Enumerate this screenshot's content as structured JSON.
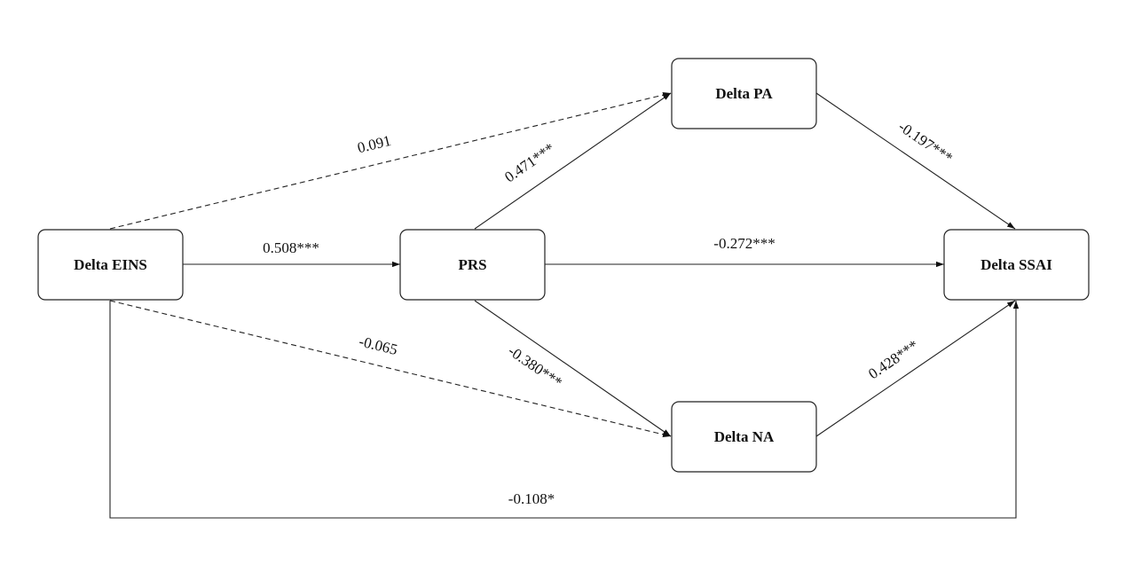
{
  "nodes": {
    "delta_eins": {
      "label": "Delta EINS"
    },
    "prs": {
      "label": "PRS"
    },
    "delta_pa": {
      "label": "Delta PA"
    },
    "delta_na": {
      "label": "Delta NA"
    },
    "delta_ssai": {
      "label": "Delta SSAI"
    }
  },
  "edges": {
    "eins_prs": {
      "label": "0.508***",
      "style": "solid"
    },
    "prs_pa": {
      "label": "0.471***",
      "style": "solid"
    },
    "prs_na": {
      "label": "-0.380***",
      "style": "solid"
    },
    "prs_ssai": {
      "label": "-0.272***",
      "style": "solid"
    },
    "pa_ssai": {
      "label": "-0.197***",
      "style": "solid"
    },
    "na_ssai": {
      "label": "0.428***",
      "style": "solid"
    },
    "eins_pa": {
      "label": "0.091",
      "style": "dashed"
    },
    "eins_na": {
      "label": "-0.065",
      "style": "dashed"
    },
    "eins_ssai": {
      "label": "-0.108*",
      "style": "solid"
    }
  }
}
